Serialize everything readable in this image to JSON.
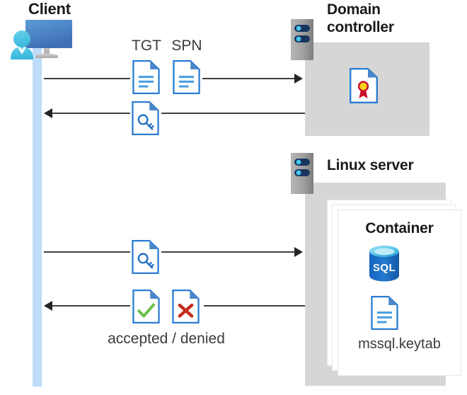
{
  "diagram": {
    "type": "sequence-architecture-diagram",
    "background": "#ffffff",
    "colors": {
      "panel_gray": "#d6d6d6",
      "server_gray": "#9e9e9e",
      "lifeline_blue": "#bedcfa",
      "doc_blue": "#2b7cd3",
      "doc_fold_blue": "#3e7fc1",
      "accent_blue": "#1b6ec2",
      "check_green": "#6cc04a",
      "cross_red": "#c42b1c",
      "cert_gold": "#f7d117",
      "cert_red": "#c8102e",
      "sql_blue": "#1b6ec2",
      "arrow_dark": "#404040",
      "text_dark": "#1a1a1a",
      "text_gray": "#3b3b3b"
    }
  },
  "actors": {
    "client": {
      "label": "Client",
      "icon": "client-monitor-user-icon"
    },
    "domain_controller": {
      "label_line1": "Domain",
      "label_line2": "controller",
      "icon": "server-rack-icon",
      "contents": [
        {
          "icon": "certificate-document-icon",
          "label": ""
        }
      ]
    },
    "linux_server": {
      "label": "Linux server",
      "icon": "server-rack-icon",
      "container": {
        "label": "Container",
        "stack_count": 3,
        "contents": [
          {
            "icon": "sql-database-icon",
            "label": "SQL"
          },
          {
            "icon": "keytab-document-icon",
            "label": "mssql.keytab"
          }
        ]
      }
    }
  },
  "messages": [
    {
      "id": "msg-1",
      "direction": "right",
      "from": "client",
      "to": "domain_controller",
      "icons": [
        {
          "name": "tgt-document-icon",
          "label": "TGT"
        },
        {
          "name": "spn-document-icon",
          "label": "SPN"
        }
      ]
    },
    {
      "id": "msg-2",
      "direction": "left",
      "from": "domain_controller",
      "to": "client",
      "icons": [
        {
          "name": "service-ticket-key-document-icon",
          "label": ""
        }
      ]
    },
    {
      "id": "msg-3",
      "direction": "right",
      "from": "client",
      "to": "linux_server",
      "icons": [
        {
          "name": "service-ticket-key-document-icon",
          "label": ""
        }
      ]
    },
    {
      "id": "msg-4",
      "direction": "left",
      "from": "linux_server",
      "to": "client",
      "caption": "accepted / denied",
      "icons": [
        {
          "name": "accepted-check-document-icon",
          "label": ""
        },
        {
          "name": "denied-cross-document-icon",
          "label": ""
        }
      ]
    }
  ],
  "labels": {
    "tgt": "TGT",
    "spn": "SPN",
    "client": "Client",
    "domain_controller_l1": "Domain",
    "domain_controller_l2": "controller",
    "linux_server": "Linux server",
    "container": "Container",
    "sql": "SQL",
    "keytab": "mssql.keytab",
    "accepted_denied": "accepted / denied"
  }
}
